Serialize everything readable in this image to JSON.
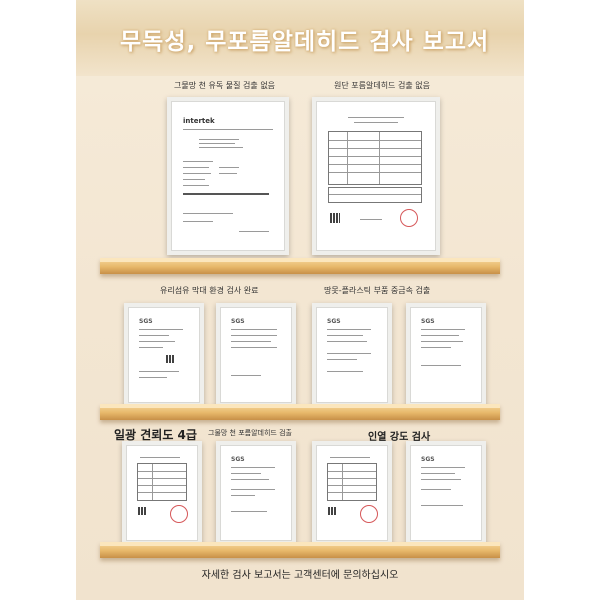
{
  "banner": {
    "title": "무독성, 무포름알데히드 검사 보고서"
  },
  "labels": {
    "l1": "그물망 천 유독 물질 검출 없음",
    "l2": "원단 포름알데히드 검출 없음",
    "l3": "유리섬유 막대 환경 검사 완료",
    "l4": "땅못-플라스틱 부품 중금속 검출",
    "l5": "일광 견뢰도 4급",
    "l6": "그물망 천 포름알데히드 검출",
    "l7": "인열 강도 검사"
  },
  "doc_logos": {
    "intertek": "intertek",
    "sgs": "SGS"
  },
  "footer": {
    "text": "자세한 검사 보고서는 고객센터에 문의하십시오"
  },
  "colors": {
    "panel": "#f3e6d2",
    "shelf": "#e7b86a",
    "banner_text": "#ffffff",
    "stamp": "#d6585a"
  }
}
